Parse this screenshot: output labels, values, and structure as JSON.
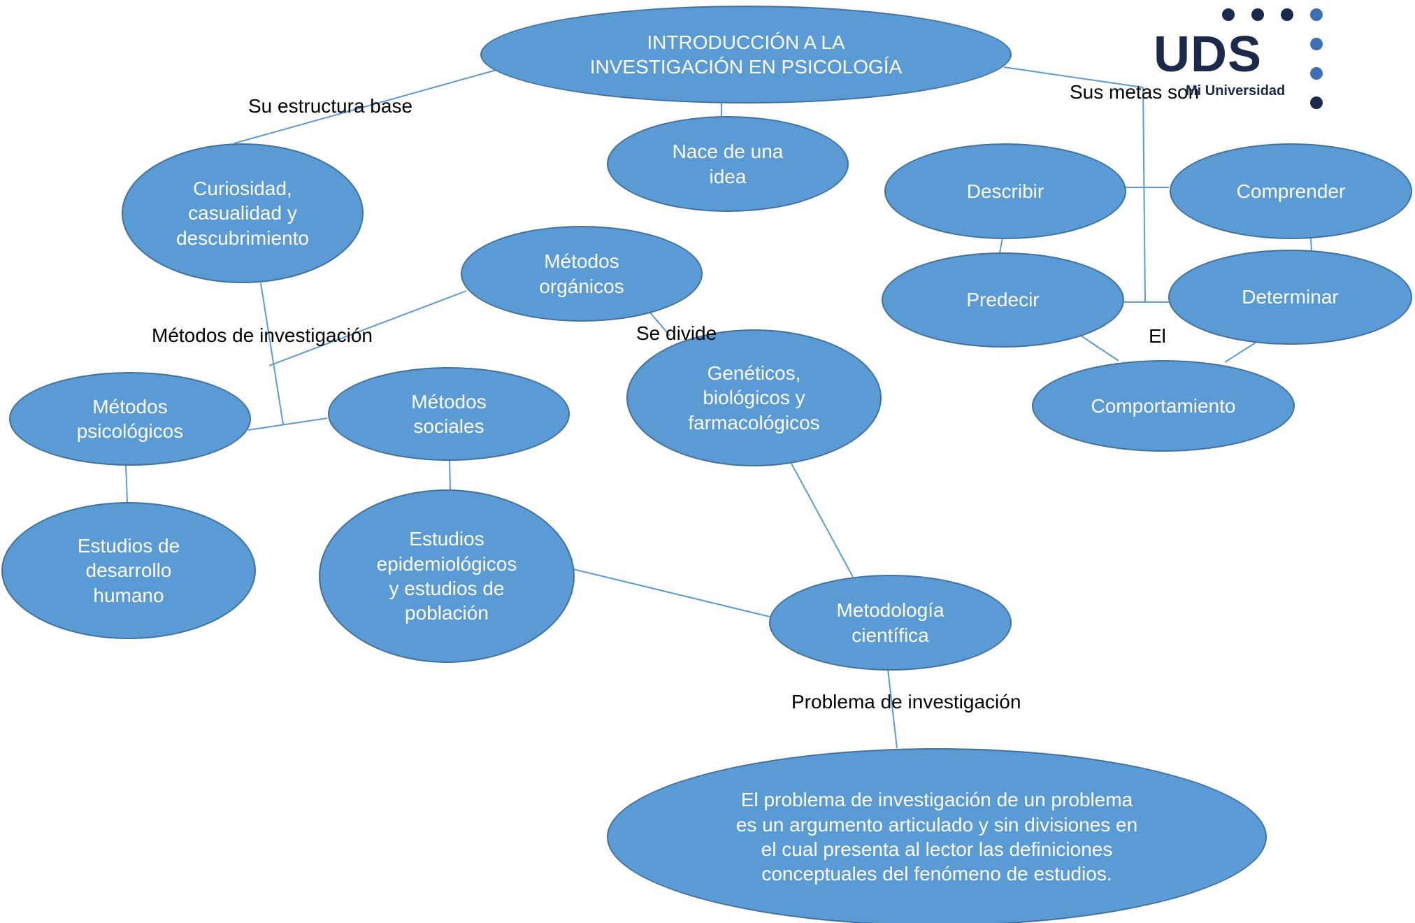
{
  "nodes": {
    "title": "INTRODUCCIÓN A LA\nINVESTIGACIÓN EN PSICOLOGÍA",
    "idea": "Nace de una\nidea",
    "curiosidad": "Curiosidad,\ncasualidad y\ndescubrimiento",
    "organicos": "Métodos\norgánicos",
    "psicologicos": "Métodos\npsicológicos",
    "sociales": "Métodos\nsociales",
    "geneticos": "Genéticos,\nbiológicos y\nfarmacológicos",
    "desarrollo": "Estudios de\ndesarrollo\nhumano",
    "epidemiologicos": "Estudios\nepidemiológicos\ny estudios de\npoblación",
    "metodologia": "Metodología\ncientífica",
    "problema": "El problema de investigación de un problema\nes un argumento articulado y sin divisiones en\nel cual presenta al lector las definiciones\nconceptuales del fenómeno de estudios.",
    "describir": "Describir",
    "comprender": "Comprender",
    "predecir": "Predecir",
    "determinar": "Determinar",
    "comportamiento": "Comportamiento"
  },
  "labels": {
    "estructura": "Su estructura base",
    "metas": "Sus metas son",
    "metodos": "Métodos de investigación",
    "divide": "Se divide",
    "el": "El",
    "problema": "Problema de investigación"
  },
  "logo": {
    "text": "UDS",
    "subtitle": "Mi Universidad"
  },
  "colors": {
    "node_fill": "#5b9bd5",
    "node_border": "#41719c",
    "connector": "#5b9bd5",
    "logo": "#1b2a4a"
  }
}
